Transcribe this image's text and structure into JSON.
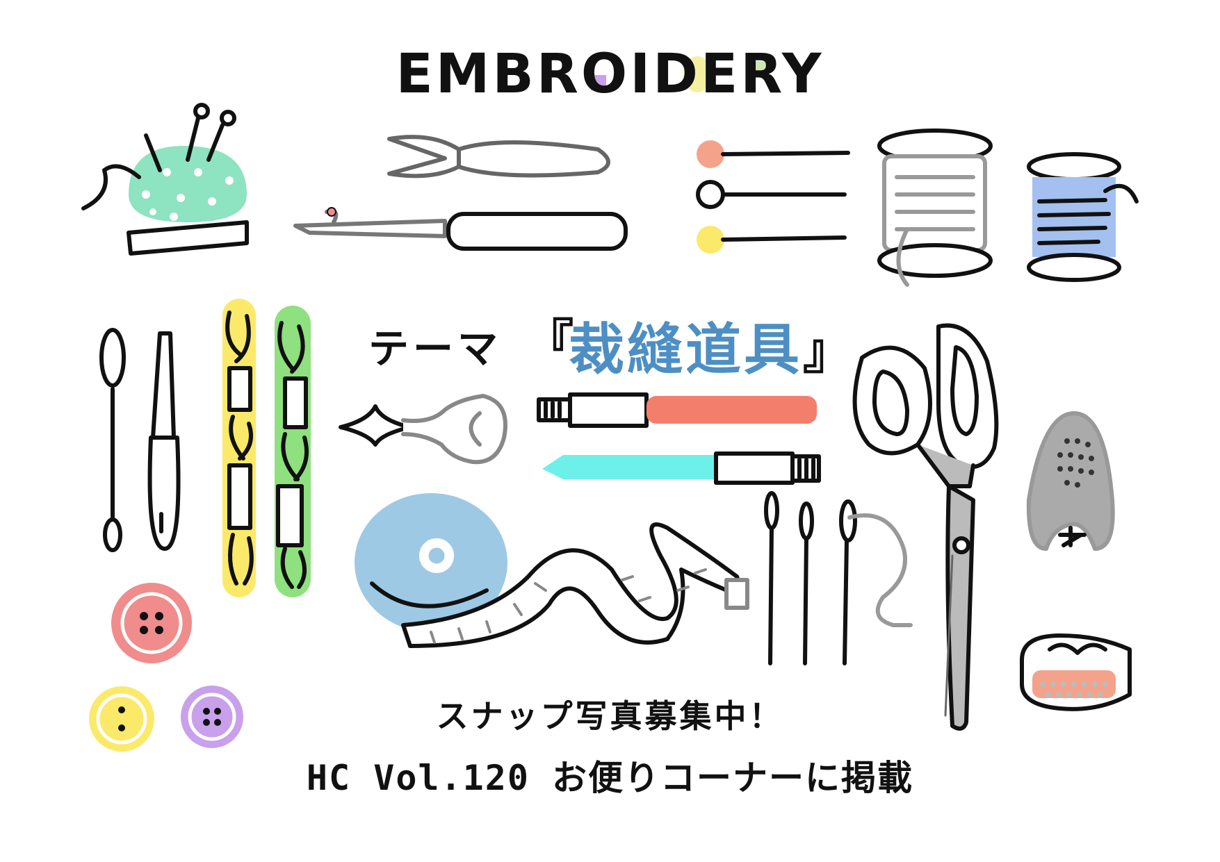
{
  "title": "EMBROIDERY",
  "theme": {
    "prefix": "テーマ",
    "open_bracket": "『",
    "word": "裁縫道具",
    "close_bracket": "』"
  },
  "call": {
    "line1": "スナップ写真募集中！",
    "line2": "HC Vol.120 お便りコーナーに掲載"
  },
  "colors": {
    "accent_blue": "#4d8fc4",
    "pin_cushion": "#8ee3c0",
    "floss_yellow": "#fbe96a",
    "floss_green": "#8fe07e",
    "button_pink": "#f08c8c",
    "button_yellow": "#fbe96a",
    "button_purple": "#c8a0ec",
    "tape_measure": "#9ec9e4",
    "chalk_red": "#f47e6c",
    "chalk_cyan": "#6ef0ea",
    "spool_blue": "#a4c0f0",
    "o_fill": "#f5f0a0",
    "b_fill": "#c8a0ec",
    "e_fill": "#cde8b0"
  },
  "icons": [
    "pin-cushion-icon",
    "thread-snips-icon",
    "seam-ripper-icon",
    "pins-icon",
    "thread-spool-icon",
    "blue-spool-icon",
    "bodkin-icon",
    "awl-icon",
    "yellow-floss-icon",
    "green-floss-icon",
    "tracing-wheel-icon",
    "red-chalk-pen-icon",
    "cyan-chalk-pen-icon",
    "tape-measure-icon",
    "needles-icon",
    "shears-icon",
    "thimble-icon",
    "ring-thimble-icon",
    "pink-button-icon",
    "yellow-button-icon",
    "purple-button-icon"
  ]
}
